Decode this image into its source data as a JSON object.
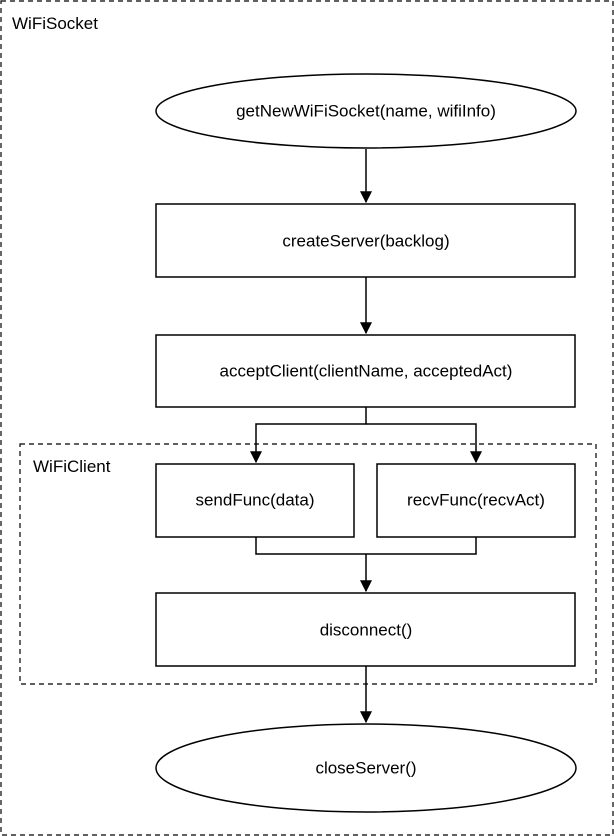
{
  "groups": {
    "outer_label": "WiFiSocket",
    "inner_label": "WiFiClient"
  },
  "nodes": {
    "get_socket": "getNewWiFiSocket(name, wifiInfo)",
    "create_server": "createServer(backlog)",
    "accept_client": "acceptClient(clientName, acceptedAct)",
    "send_func": "sendFunc(data)",
    "recv_func": "recvFunc(recvAct)",
    "disconnect": "disconnect()",
    "close_server": "closeServer()"
  },
  "colors": {
    "stroke": "#000000",
    "fill": "#ffffff"
  }
}
